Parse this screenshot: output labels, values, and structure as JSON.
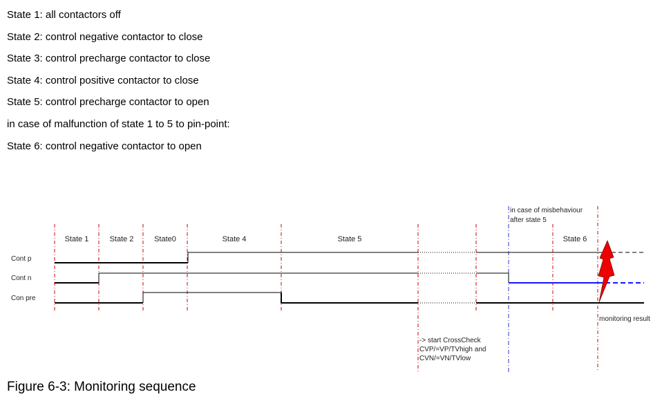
{
  "states": [
    "State 1: all contactors off",
    "State 2: control negative contactor to close",
    "State 3: control precharge contactor to close",
    "State 4: control positive contactor to close",
    "State 5: control precharge contactor to open",
    "in case of malfunction of state 1 to 5 to pin-point:",
    "State 6: control negative contactor to open"
  ],
  "diagram": {
    "state_labels": [
      "State 1",
      "State 2",
      "State0",
      "State 4",
      "State 5",
      "State 6"
    ],
    "signal_labels": [
      "Cont p",
      "Cont n",
      "Con pre"
    ],
    "misbehaviour_note": [
      "in case of misbehaviour",
      "after state 5"
    ],
    "crosscheck_note": [
      "-> start CrossCheck",
      "CVP/=VP/TVhigh and",
      "CVN/=VN/TVlow"
    ],
    "monitoring_result": "monitoring result",
    "colors": {
      "signal": "#000000",
      "divider": "#cc0000",
      "marker": "#3333cc",
      "negative_signal": "#1515ff",
      "lightning": "#ee0000"
    }
  },
  "caption": "Figure 6-3: Monitoring sequence"
}
